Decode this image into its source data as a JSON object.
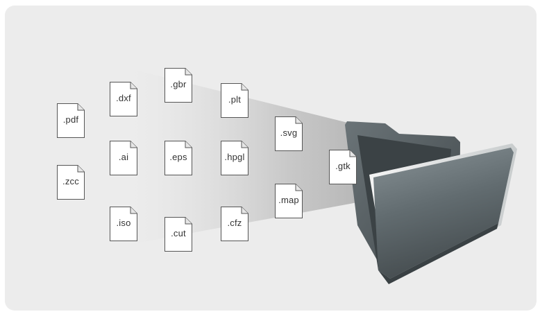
{
  "files": [
    {
      "id": "pdf",
      "label": ".pdf"
    },
    {
      "id": "zcc",
      "label": ".zcc"
    },
    {
      "id": "dxf",
      "label": ".dxf"
    },
    {
      "id": "ai",
      "label": ".ai"
    },
    {
      "id": "iso",
      "label": ".iso"
    },
    {
      "id": "gbr",
      "label": ".gbr"
    },
    {
      "id": "eps",
      "label": ".eps"
    },
    {
      "id": "cut",
      "label": ".cut"
    },
    {
      "id": "plt",
      "label": ".plt"
    },
    {
      "id": "hpgl",
      "label": ".hpgl"
    },
    {
      "id": "cfz",
      "label": ".cfz"
    },
    {
      "id": "svg",
      "label": ".svg"
    },
    {
      "id": "map",
      "label": ".map"
    },
    {
      "id": "gtk",
      "label": ".gtk"
    }
  ],
  "icons": {
    "file": "document-icon",
    "folder": "folder-icon"
  },
  "colors": {
    "panel": "#ececec",
    "folder": "#5f6a6e"
  }
}
